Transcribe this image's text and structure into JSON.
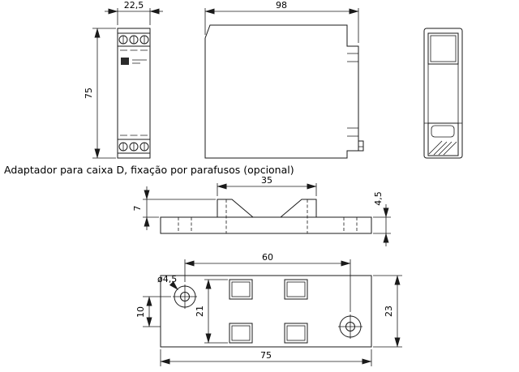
{
  "caption": "Adaptador para caixa D, fixação por parafusos (opcional)",
  "dims": {
    "front_width": "22,5",
    "front_height": "75",
    "side_depth": "98",
    "rail_guide_width": "35",
    "rail_guide_height": "7",
    "base_thickness": "4,5",
    "hole_spacing": "60",
    "hole_diameter": "ø4,5",
    "hole_offset": "10",
    "slot_span": "21",
    "adapter_depth": "23",
    "adapter_length": "75"
  }
}
